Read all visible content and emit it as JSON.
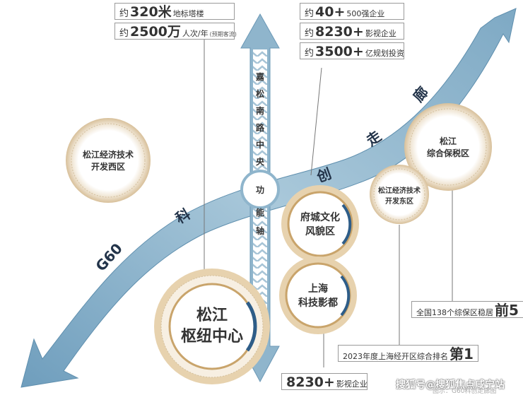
{
  "top_left_stats": [
    {
      "prefix": "约",
      "value": "320米",
      "suffix": "地标塔楼",
      "note": ""
    },
    {
      "prefix": "约",
      "value": "2500万",
      "suffix": "人次/年",
      "note": "(预期客流)"
    }
  ],
  "top_right_stats": [
    {
      "prefix": "约",
      "value": "40+",
      "suffix": "500强企业"
    },
    {
      "prefix": "约",
      "value": "8230+",
      "suffix": "影视企业"
    },
    {
      "prefix": "约",
      "value": "3500+",
      "suffix": "亿规划投资"
    }
  ],
  "vertical_axis_chars": [
    "嘉",
    "松",
    "南",
    "路",
    "中",
    "央"
  ],
  "axis_center_chars": [
    "功",
    "能",
    "轴"
  ],
  "corridor_chars": [
    "G60",
    "科",
    "创",
    "走",
    "廊"
  ],
  "zones": {
    "west": [
      "松江经济技术",
      "开发西区"
    ],
    "bonded": [
      "松江",
      "综合保税区"
    ],
    "east": [
      "松江经济技术",
      "开发东区"
    ],
    "fucheng": [
      "府城文化",
      "风貌区"
    ],
    "film": [
      "上海",
      "科技影都"
    ],
    "hub": [
      "松江",
      "枢纽中心"
    ]
  },
  "bottom_stats": {
    "bonded_rank": {
      "text": "全国138个综保区稳居",
      "value": "前5"
    },
    "zone_rank": {
      "text": "2023年度上海经开区综合排名",
      "value": "第1"
    },
    "film": {
      "value": "8230+",
      "suffix": "影视企业"
    }
  },
  "watermark": "搜狐号@搜狐焦点咸宁站",
  "caption": "图示：G60科创走廊图",
  "colors": {
    "arrow": "#8fb5cc",
    "arrow_dark": "#5f8fae",
    "gold": "#c9a46b",
    "line": "#777777"
  }
}
